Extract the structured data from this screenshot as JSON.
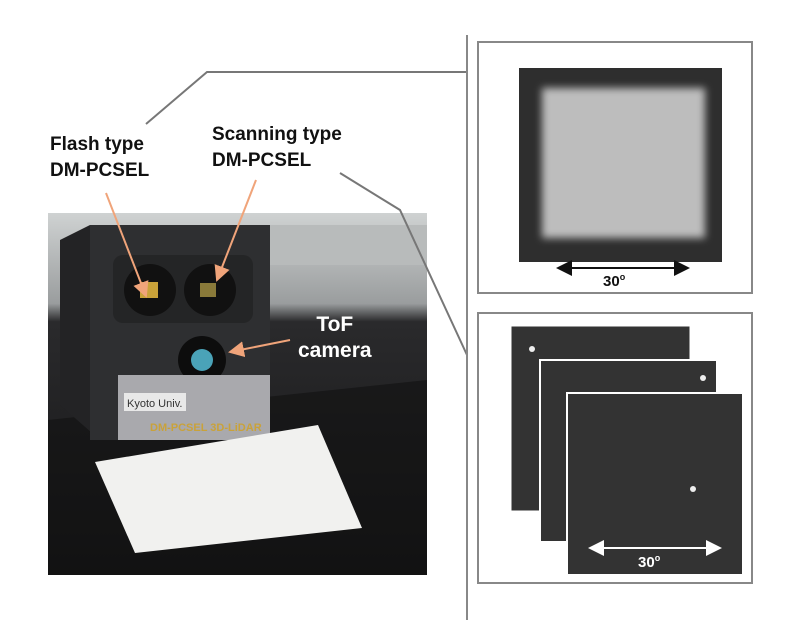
{
  "labels": {
    "flash_line1": "Flash type",
    "flash_line2": "DM-PCSEL",
    "scan_line1": "Scanning type",
    "scan_line2": "DM-PCSEL",
    "tof_line1": "ToF",
    "tof_line2": "camera"
  },
  "device": {
    "plate_text": "Kyoto Univ.",
    "model_text": "DM-PCSEL 3D-LiDAR"
  },
  "flash_panel": {
    "angle": "30",
    "angle_unit": "o"
  },
  "scan_panel": {
    "angle": "30",
    "angle_unit": "o"
  },
  "colors": {
    "arrow": "#f0a47a",
    "connector": "#777777",
    "panel_border": "#888888",
    "image_bg": "#333333"
  }
}
